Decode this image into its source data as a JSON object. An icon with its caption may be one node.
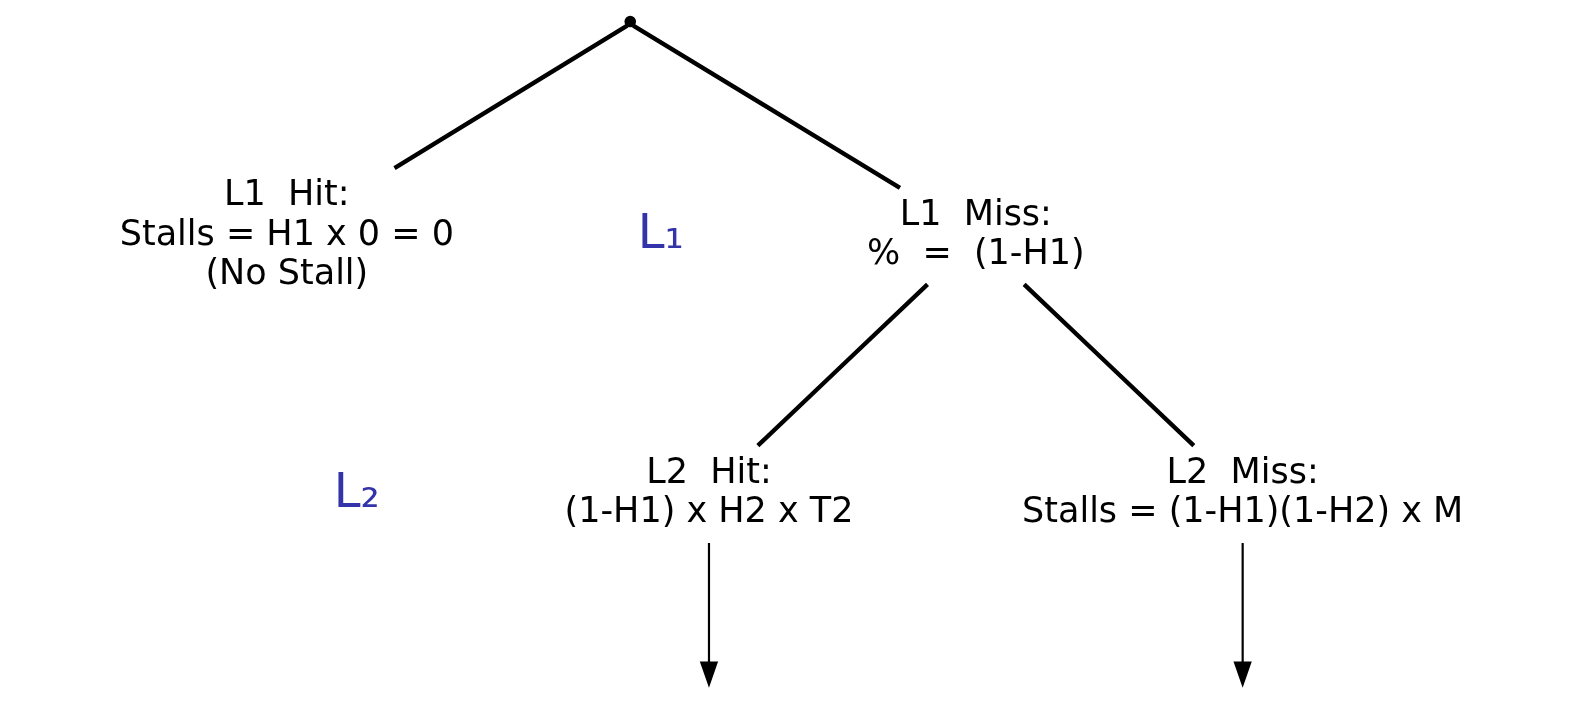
{
  "diagram": {
    "nodes": [
      {
        "text": [],
        "shape": "point"
      },
      {
        "text": [
          "L1  Hit:",
          "Stalls = H1 x 0 = 0",
          "(No Stall)"
        ]
      },
      {
        "text": [
          "L1  Miss:",
          "%  =  (1-H1)"
        ]
      },
      {
        "text": [
          "L2  Hit:",
          "(1-H1) x H2 x T2"
        ]
      },
      {
        "text": [
          "L2  Miss:",
          "Stalls = (1-H1)(1-H2) x M"
        ]
      }
    ],
    "edges": [
      {
        "from": 0,
        "to": 1,
        "arrow": "none"
      },
      {
        "from": 0,
        "to": 2,
        "arrow": "none"
      },
      {
        "from": 2,
        "to": 3,
        "arrow": "none"
      },
      {
        "from": 2,
        "to": 4,
        "arrow": "none"
      },
      {
        "from": 3,
        "to": null,
        "arrow": "to"
      },
      {
        "from": 4,
        "to": null,
        "arrow": "to"
      }
    ],
    "labels": [
      "L₁",
      "L₂"
    ]
  }
}
